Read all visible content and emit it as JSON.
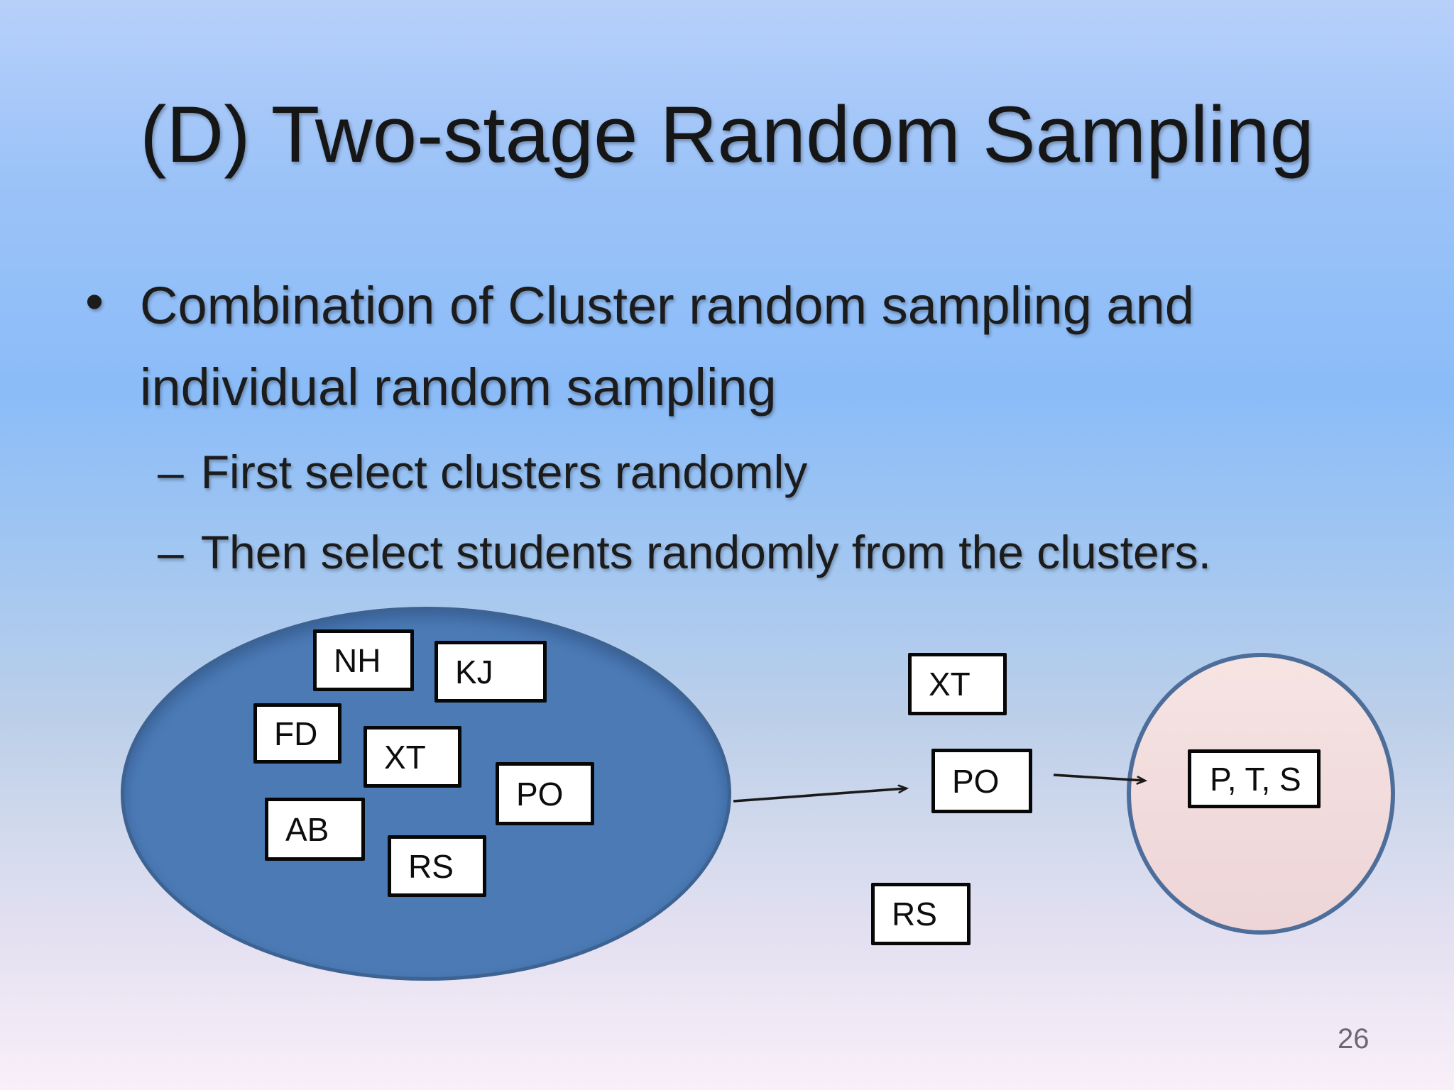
{
  "slide": {
    "title": "(D) Two-stage Random Sampling",
    "bullet": {
      "marker": "•",
      "line1": "Combination of Cluster random sampling and",
      "line2": "individual random sampling"
    },
    "sub_bullets": [
      {
        "marker": "–",
        "text": "First select clusters randomly"
      },
      {
        "marker": "–",
        "text": "Then select students randomly from the clusters."
      }
    ],
    "page_number": "26"
  },
  "diagram": {
    "cluster_boxes": [
      {
        "label": "NH"
      },
      {
        "label": "KJ"
      },
      {
        "label": "FD"
      },
      {
        "label": "XT"
      },
      {
        "label": "PO"
      },
      {
        "label": "AB"
      },
      {
        "label": "RS"
      }
    ],
    "stage2_boxes": [
      {
        "label": "XT"
      },
      {
        "label": "PO"
      },
      {
        "label": "RS"
      }
    ],
    "sample_box": {
      "label": "P, T, S"
    },
    "colors": {
      "cluster_ellipse_fill": "#4b7ab5",
      "cluster_ellipse_border": "#3d6392",
      "sample_circle_fill": "#f2dcdb",
      "sample_circle_border": "#4d6d9a",
      "box_fill": "#ffffff",
      "box_border": "#070707",
      "arrow": "#1a1a1a"
    }
  }
}
